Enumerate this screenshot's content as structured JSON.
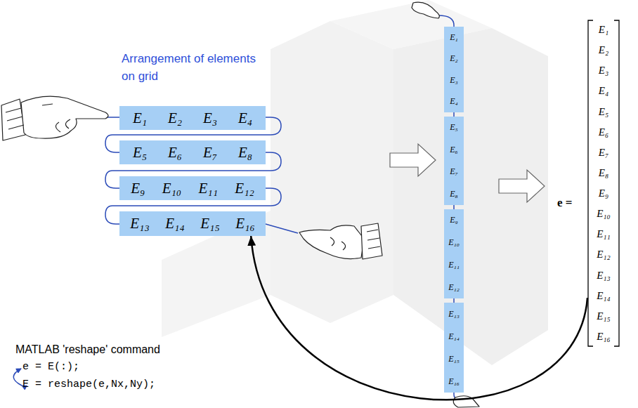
{
  "diagram": {
    "nodes": [
      {
        "text": [
          "E₁",
          "E₂",
          "E₃",
          "E₄"
        ]
      },
      {
        "text": [
          "E₅",
          "E₆",
          "E₇",
          "E₈"
        ]
      },
      {
        "text": [
          "E₉",
          "E₁₀",
          "E₁₁",
          "E₁₂"
        ]
      },
      {
        "text": [
          "E₁₃",
          "E₁₄",
          "E₁₅",
          "E₁₆"
        ]
      },
      {
        "text": [
          "E₁",
          "E₂",
          "E₃",
          "E₄"
        ]
      },
      {
        "text": [
          "E₅",
          "E₆",
          "E₇",
          "E₈"
        ]
      },
      {
        "text": [
          "E₉",
          "E₁₀",
          "E₁₁",
          "E₁₂"
        ]
      },
      {
        "text": [
          "E₁₃",
          "E₁₄",
          "E₁₅",
          "E₁₆"
        ]
      },
      {
        "text": [
          "E₁",
          "E₂",
          "E₃",
          "E₄",
          "E₅",
          "E₆",
          "E₇",
          "E₈",
          "E₉",
          "E₁₀",
          "E₁₁",
          "E₁₂",
          "E₁₃",
          "E₁₄",
          "E₁₅",
          "E₁₆"
        ]
      }
    ],
    "edges": [
      {
        "from": 8,
        "to": 3,
        "arrow": "to"
      }
    ],
    "labels": [
      "Arrangement of elements on grid",
      "e =",
      "MATLAB 'reshape' command",
      "e = E(:);",
      "E = reshape(e,Nx,Ny);"
    ]
  }
}
